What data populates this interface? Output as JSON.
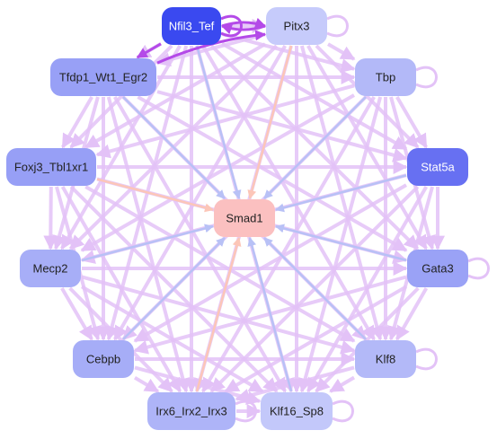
{
  "graph": {
    "nodes": [
      {
        "id": "Nfil3_Tef",
        "label": "Nfil3_Tef",
        "fill": "#3a49f0",
        "text": "#ffffff"
      },
      {
        "id": "Pitx3",
        "label": "Pitx3",
        "fill": "#c6cbfb",
        "text": "#222222"
      },
      {
        "id": "Tfdp1_Wt1_Egr2",
        "label": "Tfdp1_Wt1_Egr2",
        "fill": "#98a0f6",
        "text": "#222222"
      },
      {
        "id": "Tbp",
        "label": "Tbp",
        "fill": "#b3b9f8",
        "text": "#222222"
      },
      {
        "id": "Foxj3_Tbl1xr1",
        "label": "Foxj3_Tbl1xr1",
        "fill": "#979ff6",
        "text": "#222222"
      },
      {
        "id": "Stat5a",
        "label": "Stat5a",
        "fill": "#6770f2",
        "text": "#ffffff"
      },
      {
        "id": "Smad1",
        "label": "Smad1",
        "fill": "#fbc0c0",
        "text": "#222222"
      },
      {
        "id": "Mecp2",
        "label": "Mecp2",
        "fill": "#a7aef7",
        "text": "#222222"
      },
      {
        "id": "Gata3",
        "label": "Gata3",
        "fill": "#9aa2f6",
        "text": "#222222"
      },
      {
        "id": "Cebpb",
        "label": "Cebpb",
        "fill": "#a6adf7",
        "text": "#222222"
      },
      {
        "id": "Klf8",
        "label": "Klf8",
        "fill": "#b3b9f8",
        "text": "#222222"
      },
      {
        "id": "Irx6_Irx2_Irx3",
        "label": "Irx6_Irx2_Irx3",
        "fill": "#aeb4f8",
        "text": "#222222"
      },
      {
        "id": "Klf16_Sp8",
        "label": "Klf16_Sp8",
        "fill": "#c3c8fa",
        "text": "#222222"
      }
    ],
    "edge_colors": {
      "mesh": "#e3c2f7",
      "strong": "#b44ae8",
      "blue": "#b8c1f6",
      "salmon": "#fcc6b8"
    }
  }
}
